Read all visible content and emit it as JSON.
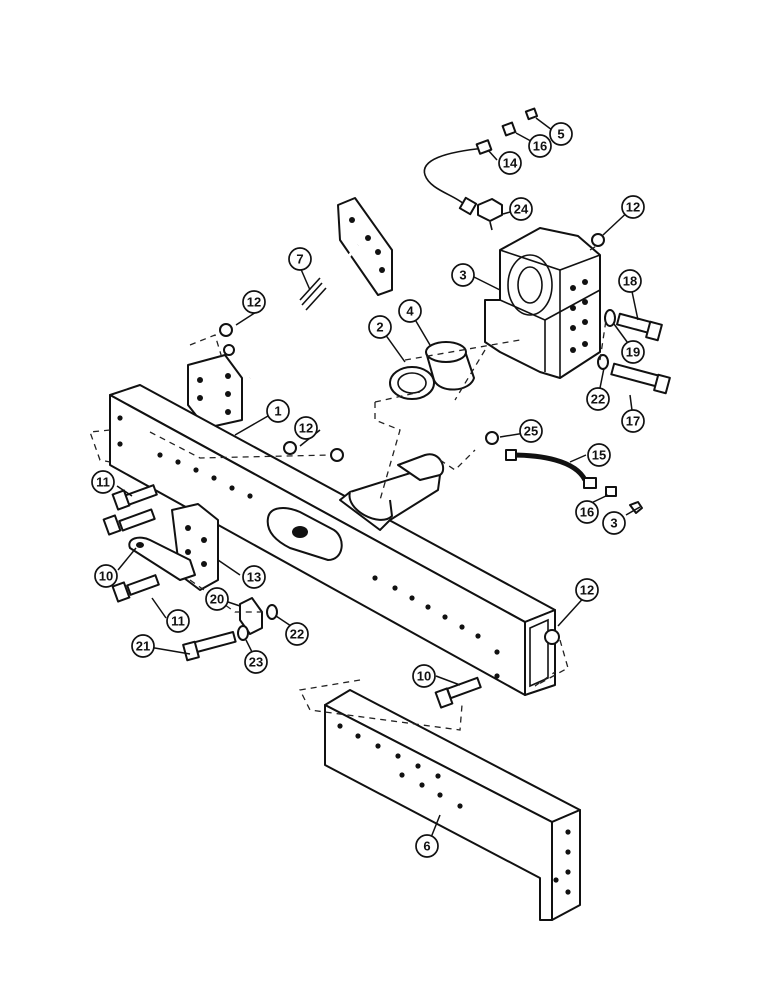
{
  "callouts": [
    {
      "id": "c1",
      "label": "1"
    },
    {
      "id": "c2",
      "label": "2"
    },
    {
      "id": "c3a",
      "label": "3"
    },
    {
      "id": "c3b",
      "label": "3"
    },
    {
      "id": "c4",
      "label": "4"
    },
    {
      "id": "c5",
      "label": "5"
    },
    {
      "id": "c6",
      "label": "6"
    },
    {
      "id": "c7",
      "label": "7"
    },
    {
      "id": "c10a",
      "label": "10"
    },
    {
      "id": "c10b",
      "label": "10"
    },
    {
      "id": "c11a",
      "label": "11"
    },
    {
      "id": "c11b",
      "label": "11"
    },
    {
      "id": "c12a",
      "label": "12"
    },
    {
      "id": "c12b",
      "label": "12"
    },
    {
      "id": "c12c",
      "label": "12"
    },
    {
      "id": "c12d",
      "label": "12"
    },
    {
      "id": "c13",
      "label": "13"
    },
    {
      "id": "c14",
      "label": "14"
    },
    {
      "id": "c15",
      "label": "15"
    },
    {
      "id": "c16a",
      "label": "16"
    },
    {
      "id": "c16b",
      "label": "16"
    },
    {
      "id": "c17",
      "label": "17"
    },
    {
      "id": "c18",
      "label": "18"
    },
    {
      "id": "c19",
      "label": "19"
    },
    {
      "id": "c20",
      "label": "20"
    },
    {
      "id": "c21",
      "label": "21"
    },
    {
      "id": "c22a",
      "label": "22"
    },
    {
      "id": "c22b",
      "label": "22"
    },
    {
      "id": "c23",
      "label": "23"
    },
    {
      "id": "c24",
      "label": "24"
    },
    {
      "id": "c25",
      "label": "25"
    }
  ]
}
